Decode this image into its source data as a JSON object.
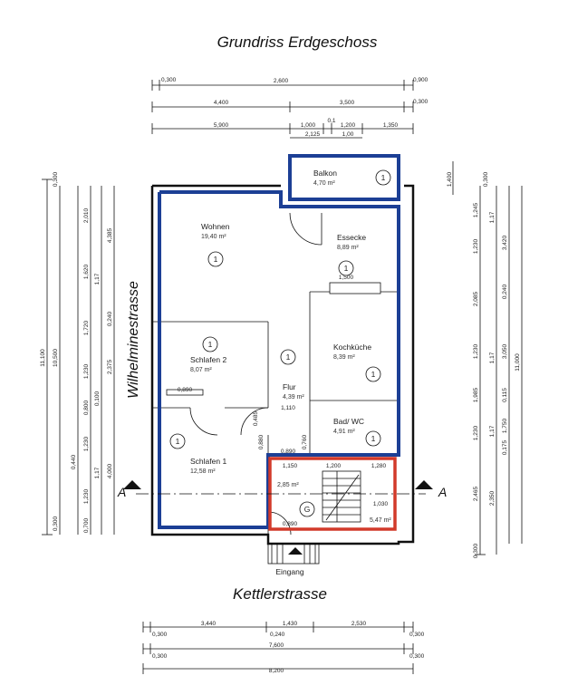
{
  "title": "Grundriss Erdgeschoss",
  "streets": {
    "bottom": "Kettlerstrasse",
    "left": "Wilhelminestrasse"
  },
  "entrance": "Eingang",
  "section_marks": [
    "A",
    "A"
  ],
  "rooms": [
    {
      "name": "Wohnen",
      "area": "19,40 m²",
      "unit": "1"
    },
    {
      "name": "Essecke",
      "area": "8,89 m²",
      "unit": "1"
    },
    {
      "name": "Kochküche",
      "area": "8,39 m²",
      "unit": "1"
    },
    {
      "name": "Flur",
      "area": "4,39 m²",
      "unit": "1"
    },
    {
      "name": "Bad/ WC",
      "area": "4,91 m²",
      "unit": "1"
    },
    {
      "name": "Schlafen 2",
      "area": "8,07 m²",
      "unit": "1"
    },
    {
      "name": "Schlafen 1",
      "area": "12,58 m²",
      "unit": "1"
    },
    {
      "name": "Balkon",
      "area": "4,70 m²",
      "unit": "1"
    }
  ],
  "stair": {
    "area1": "2,85 m²",
    "area2": "5,47 m²",
    "mark": "G"
  },
  "dims": {
    "top1": [
      "0,300",
      "2,600",
      "0,900"
    ],
    "top2": [
      "4,400",
      "3,500",
      "0,300"
    ],
    "top3": [
      "5,900",
      "1,000",
      "0,1",
      "1,200",
      "1,350"
    ],
    "top4": [
      "2,125",
      "1,00"
    ],
    "bottom1": [
      "3,440",
      "1,430",
      "2,530"
    ],
    "bottom2": [
      "0,300",
      "0,240",
      "0,300"
    ],
    "bottom3": [
      "0,300",
      "7,600",
      "0,300"
    ],
    "bottom4": [
      "8,200"
    ],
    "left_outer": [
      "11,100"
    ],
    "left_mid": [
      "10,500"
    ],
    "left_a": [
      "2,010",
      "4,385",
      "1,620",
      "1,17",
      "1,720",
      "0,240",
      "2,375",
      "1,230",
      "0,800",
      "0,100",
      "1,230",
      "4,000",
      "0,440",
      "1,17",
      "1,230",
      "0,300",
      "0,700",
      "0,300"
    ],
    "right_a": [
      "1,400",
      "0,300",
      "1,245",
      "1,17",
      "1,230",
      "3,420",
      "2,085",
      "0,240",
      "1,230",
      "3,050",
      "1,17",
      "1,985",
      "0,115",
      "11,000",
      "1,230",
      "1,17",
      "1,750",
      "0,175",
      "2,465",
      "2,350",
      "0,300"
    ],
    "inner": [
      "1,500",
      "0,890",
      "0,485",
      "1,110",
      "0,880",
      "0,890",
      "0,760",
      "1,150",
      "1,200",
      "1,280",
      "1,030",
      "0,890"
    ]
  }
}
